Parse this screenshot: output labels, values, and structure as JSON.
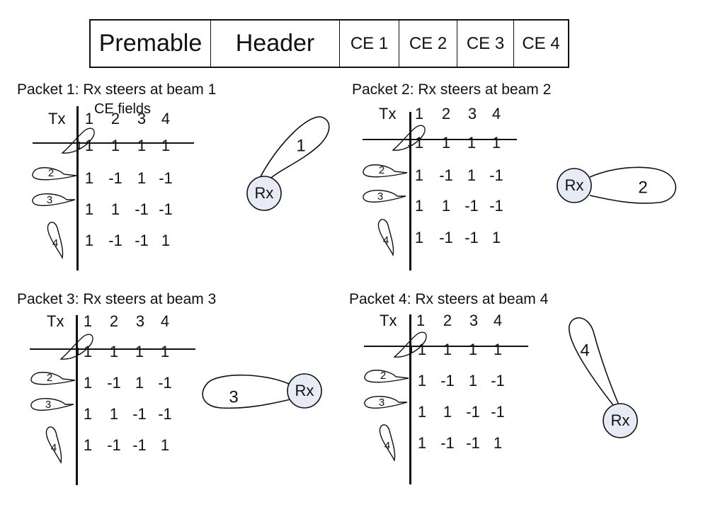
{
  "frame": {
    "fields": [
      {
        "label": "Premable",
        "width": 170,
        "size": "big"
      },
      {
        "label": "Header",
        "width": 182,
        "size": "big"
      },
      {
        "label": "CE 1",
        "width": 84,
        "size": "small"
      },
      {
        "label": "CE 2",
        "width": 82,
        "size": "small"
      },
      {
        "label": "CE 3",
        "width": 80,
        "size": "small"
      },
      {
        "label": "CE 4",
        "width": 76,
        "size": "small"
      }
    ]
  },
  "panels": [
    {
      "id": "p1",
      "title": "Packet 1: Rx steers at beam 1",
      "subtitle": "CE fields",
      "tx_label": "Tx",
      "columns": [
        "1",
        "2",
        "3",
        "4"
      ],
      "beams": [
        "1",
        "2",
        "3",
        "4"
      ],
      "matrix": [
        [
          "1",
          "1",
          "1",
          "1"
        ],
        [
          "1",
          "-1",
          "1",
          "-1"
        ],
        [
          "1",
          "1",
          "-1",
          "-1"
        ],
        [
          "1",
          "-1",
          "-1",
          "1"
        ]
      ],
      "rx_label": "Rx",
      "rx_beam_label": "1",
      "rx_direction": "upper-right"
    },
    {
      "id": "p2",
      "title": "Packet 2: Rx steers at beam 2",
      "tx_label": "Tx",
      "columns": [
        "1",
        "2",
        "3",
        "4"
      ],
      "beams": [
        "1",
        "2",
        "3",
        "4"
      ],
      "matrix": [
        [
          "1",
          "1",
          "1",
          "1"
        ],
        [
          "1",
          "-1",
          "1",
          "-1"
        ],
        [
          "1",
          "1",
          "-1",
          "-1"
        ],
        [
          "1",
          "-1",
          "-1",
          "1"
        ]
      ],
      "rx_label": "Rx",
      "rx_beam_label": "2",
      "rx_direction": "right"
    },
    {
      "id": "p3",
      "title": "Packet 3: Rx steers at beam 3",
      "tx_label": "Tx",
      "columns": [
        "1",
        "2",
        "3",
        "4"
      ],
      "beams": [
        "1",
        "2",
        "3",
        "4"
      ],
      "matrix": [
        [
          "1",
          "1",
          "1",
          "1"
        ],
        [
          "1",
          "-1",
          "1",
          "-1"
        ],
        [
          "1",
          "1",
          "-1",
          "-1"
        ],
        [
          "1",
          "-1",
          "-1",
          "1"
        ]
      ],
      "rx_label": "Rx",
      "rx_beam_label": "3",
      "rx_direction": "left"
    },
    {
      "id": "p4",
      "title": "Packet 4: Rx steers at beam 4",
      "tx_label": "Tx",
      "columns": [
        "1",
        "2",
        "3",
        "4"
      ],
      "beams": [
        "1",
        "2",
        "3",
        "4"
      ],
      "matrix": [
        [
          "1",
          "1",
          "1",
          "1"
        ],
        [
          "1",
          "-1",
          "1",
          "-1"
        ],
        [
          "1",
          "1",
          "-1",
          "-1"
        ],
        [
          "1",
          "-1",
          "-1",
          "1"
        ]
      ],
      "rx_label": "Rx",
      "rx_beam_label": "4",
      "rx_direction": "up"
    }
  ],
  "colors": {
    "rx_fill": "#e6ebf6",
    "ink": "#111111"
  }
}
